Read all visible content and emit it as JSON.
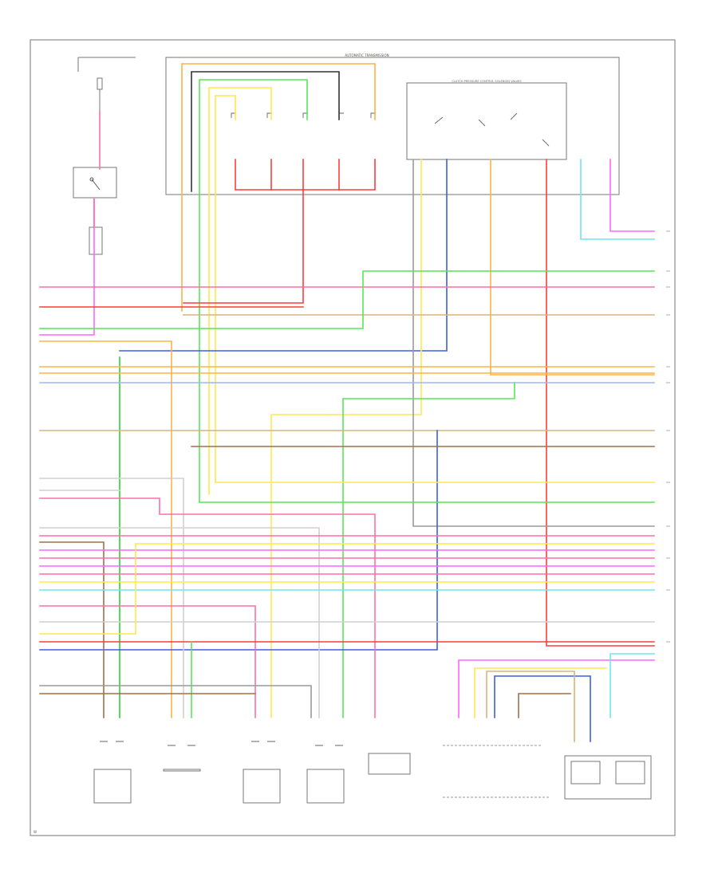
{
  "diagram": {
    "header_box_label": "AUTOMATIC TRANSMISSION",
    "sub_box_label": "CLUTCH PRESSURE CONTROL SOLENOID VALVES",
    "footer_code": "W"
  },
  "colors": {
    "red": "#ff3b3b",
    "pink": "#ff6fa8",
    "magenta": "#ff66ff",
    "orange": "#ffb347",
    "tan": "#d9b380",
    "yellow": "#ffe84d",
    "lightgreen": "#57e657",
    "green": "#2fd12f",
    "blue": "#3a5ee6",
    "lightblue": "#99b8ff",
    "cyan": "#6fe6ee",
    "brown": "#a0704a",
    "gray": "#9a9a9a",
    "black": "#333333"
  },
  "icons": [
    "ground-icon",
    "switch-icon",
    "solenoid-icon",
    "connector-icon"
  ]
}
